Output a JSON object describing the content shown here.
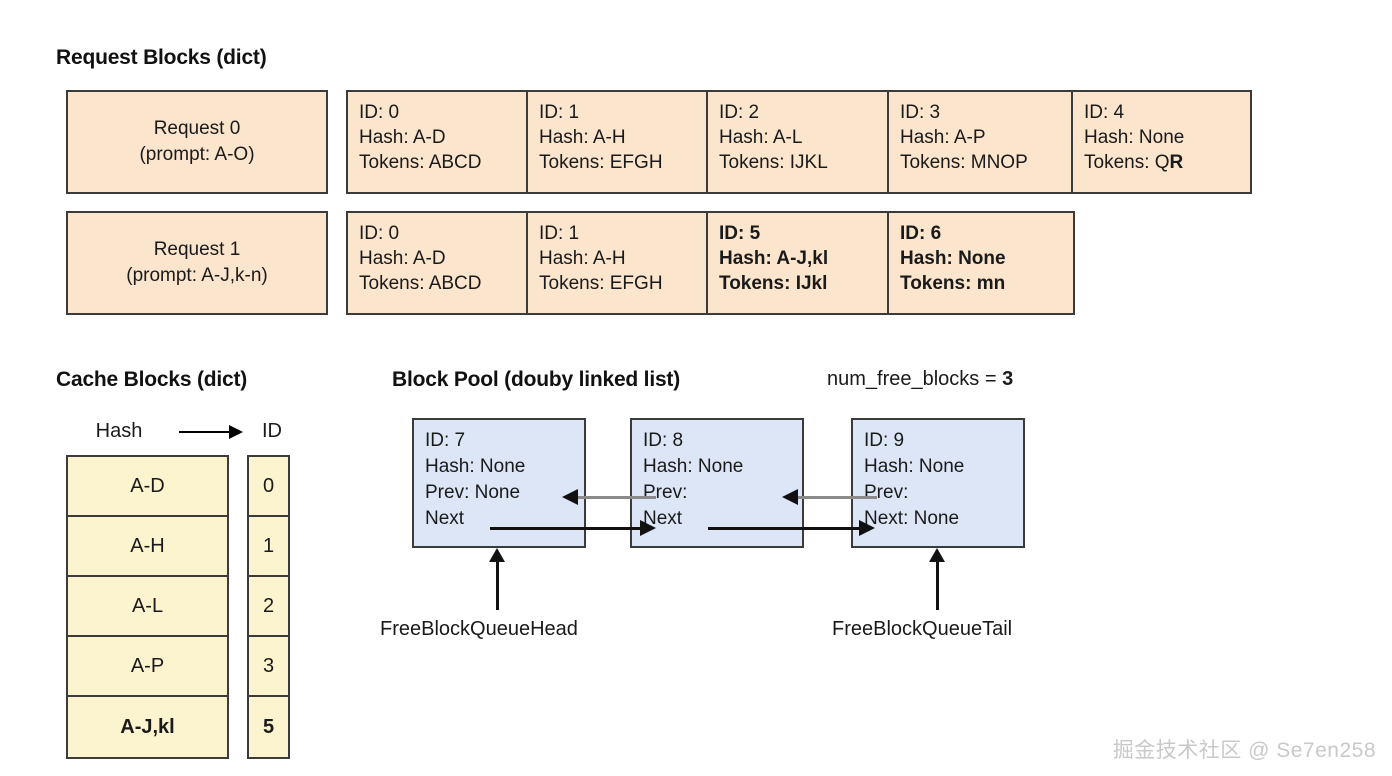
{
  "sections": {
    "request_blocks": {
      "title": "Request Blocks (dict)",
      "requests": [
        {
          "label_line1": "Request 0",
          "label_line2": "(prompt: A-O)",
          "blocks": [
            {
              "id": "ID: 0",
              "hash": "Hash: A-D",
              "tokens_prefix": "Tokens: ABCD",
              "tokens_highlight": "",
              "bold": false
            },
            {
              "id": "ID: 1",
              "hash": "Hash: A-H",
              "tokens_prefix": "Tokens: EFGH",
              "tokens_highlight": "",
              "bold": false
            },
            {
              "id": "ID: 2",
              "hash": "Hash: A-L",
              "tokens_prefix": "Tokens: IJKL",
              "tokens_highlight": "",
              "bold": false
            },
            {
              "id": "ID: 3",
              "hash": "Hash: A-P",
              "tokens_prefix": "Tokens: MNOP",
              "tokens_highlight": "",
              "bold": false
            },
            {
              "id": "ID: 4",
              "hash": "Hash: None",
              "tokens_prefix": "Tokens: Q",
              "tokens_highlight": "R",
              "bold": false
            }
          ]
        },
        {
          "label_line1": "Request 1",
          "label_line2": "(prompt: A-J,k-n)",
          "blocks": [
            {
              "id": "ID: 0",
              "hash": "Hash: A-D",
              "tokens_prefix": "Tokens: ABCD",
              "tokens_highlight": "",
              "bold": false
            },
            {
              "id": "ID: 1",
              "hash": "Hash: A-H",
              "tokens_prefix": "Tokens: EFGH",
              "tokens_highlight": "",
              "bold": false
            },
            {
              "id": "ID: 5",
              "hash": "Hash: A-J,kl",
              "tokens_prefix": "Tokens: IJkl",
              "tokens_highlight": "",
              "bold": true
            },
            {
              "id": "ID: 6",
              "hash": "Hash: None",
              "tokens_prefix": "Tokens: mn",
              "tokens_highlight": "",
              "bold": true
            }
          ]
        }
      ]
    },
    "cache_blocks": {
      "title": "Cache Blocks (dict)",
      "hash_header": "Hash",
      "id_header": "ID",
      "map_arrow_icon": "arrow-right-icon",
      "rows": [
        {
          "hash": "A-D",
          "id": "0",
          "bold": false
        },
        {
          "hash": "A-H",
          "id": "1",
          "bold": false
        },
        {
          "hash": "A-L",
          "id": "2",
          "bold": false
        },
        {
          "hash": "A-P",
          "id": "3",
          "bold": false
        },
        {
          "hash": "A-J,kl",
          "id": "5",
          "bold": true
        }
      ]
    },
    "block_pool": {
      "title": "Block Pool (douby linked list)",
      "num_free_blocks_label": "num_free_blocks = ",
      "num_free_blocks_value": "3",
      "blocks": [
        {
          "id": "ID: 7",
          "hash": "Hash: None",
          "prev": "Prev: None",
          "next": "Next"
        },
        {
          "id": "ID: 8",
          "hash": "Hash: None",
          "prev": "Prev:",
          "next": "Next"
        },
        {
          "id": "ID: 9",
          "hash": "Hash: None",
          "prev": "Prev:",
          "next": "Next: None"
        }
      ],
      "head_pointer_label": "FreeBlockQueueHead",
      "tail_pointer_label": "FreeBlockQueueTail"
    }
  },
  "watermark": "掘金技术社区 @ Se7en258",
  "colors": {
    "request_block_fill": "#fce5cd",
    "cache_block_fill": "#fcf3cf",
    "pool_block_fill": "#dce6f7",
    "border": "#3b3b3b",
    "prev_arrow": "#8a8a8a",
    "next_arrow": "#111111",
    "watermark": "#c9c9c9"
  }
}
